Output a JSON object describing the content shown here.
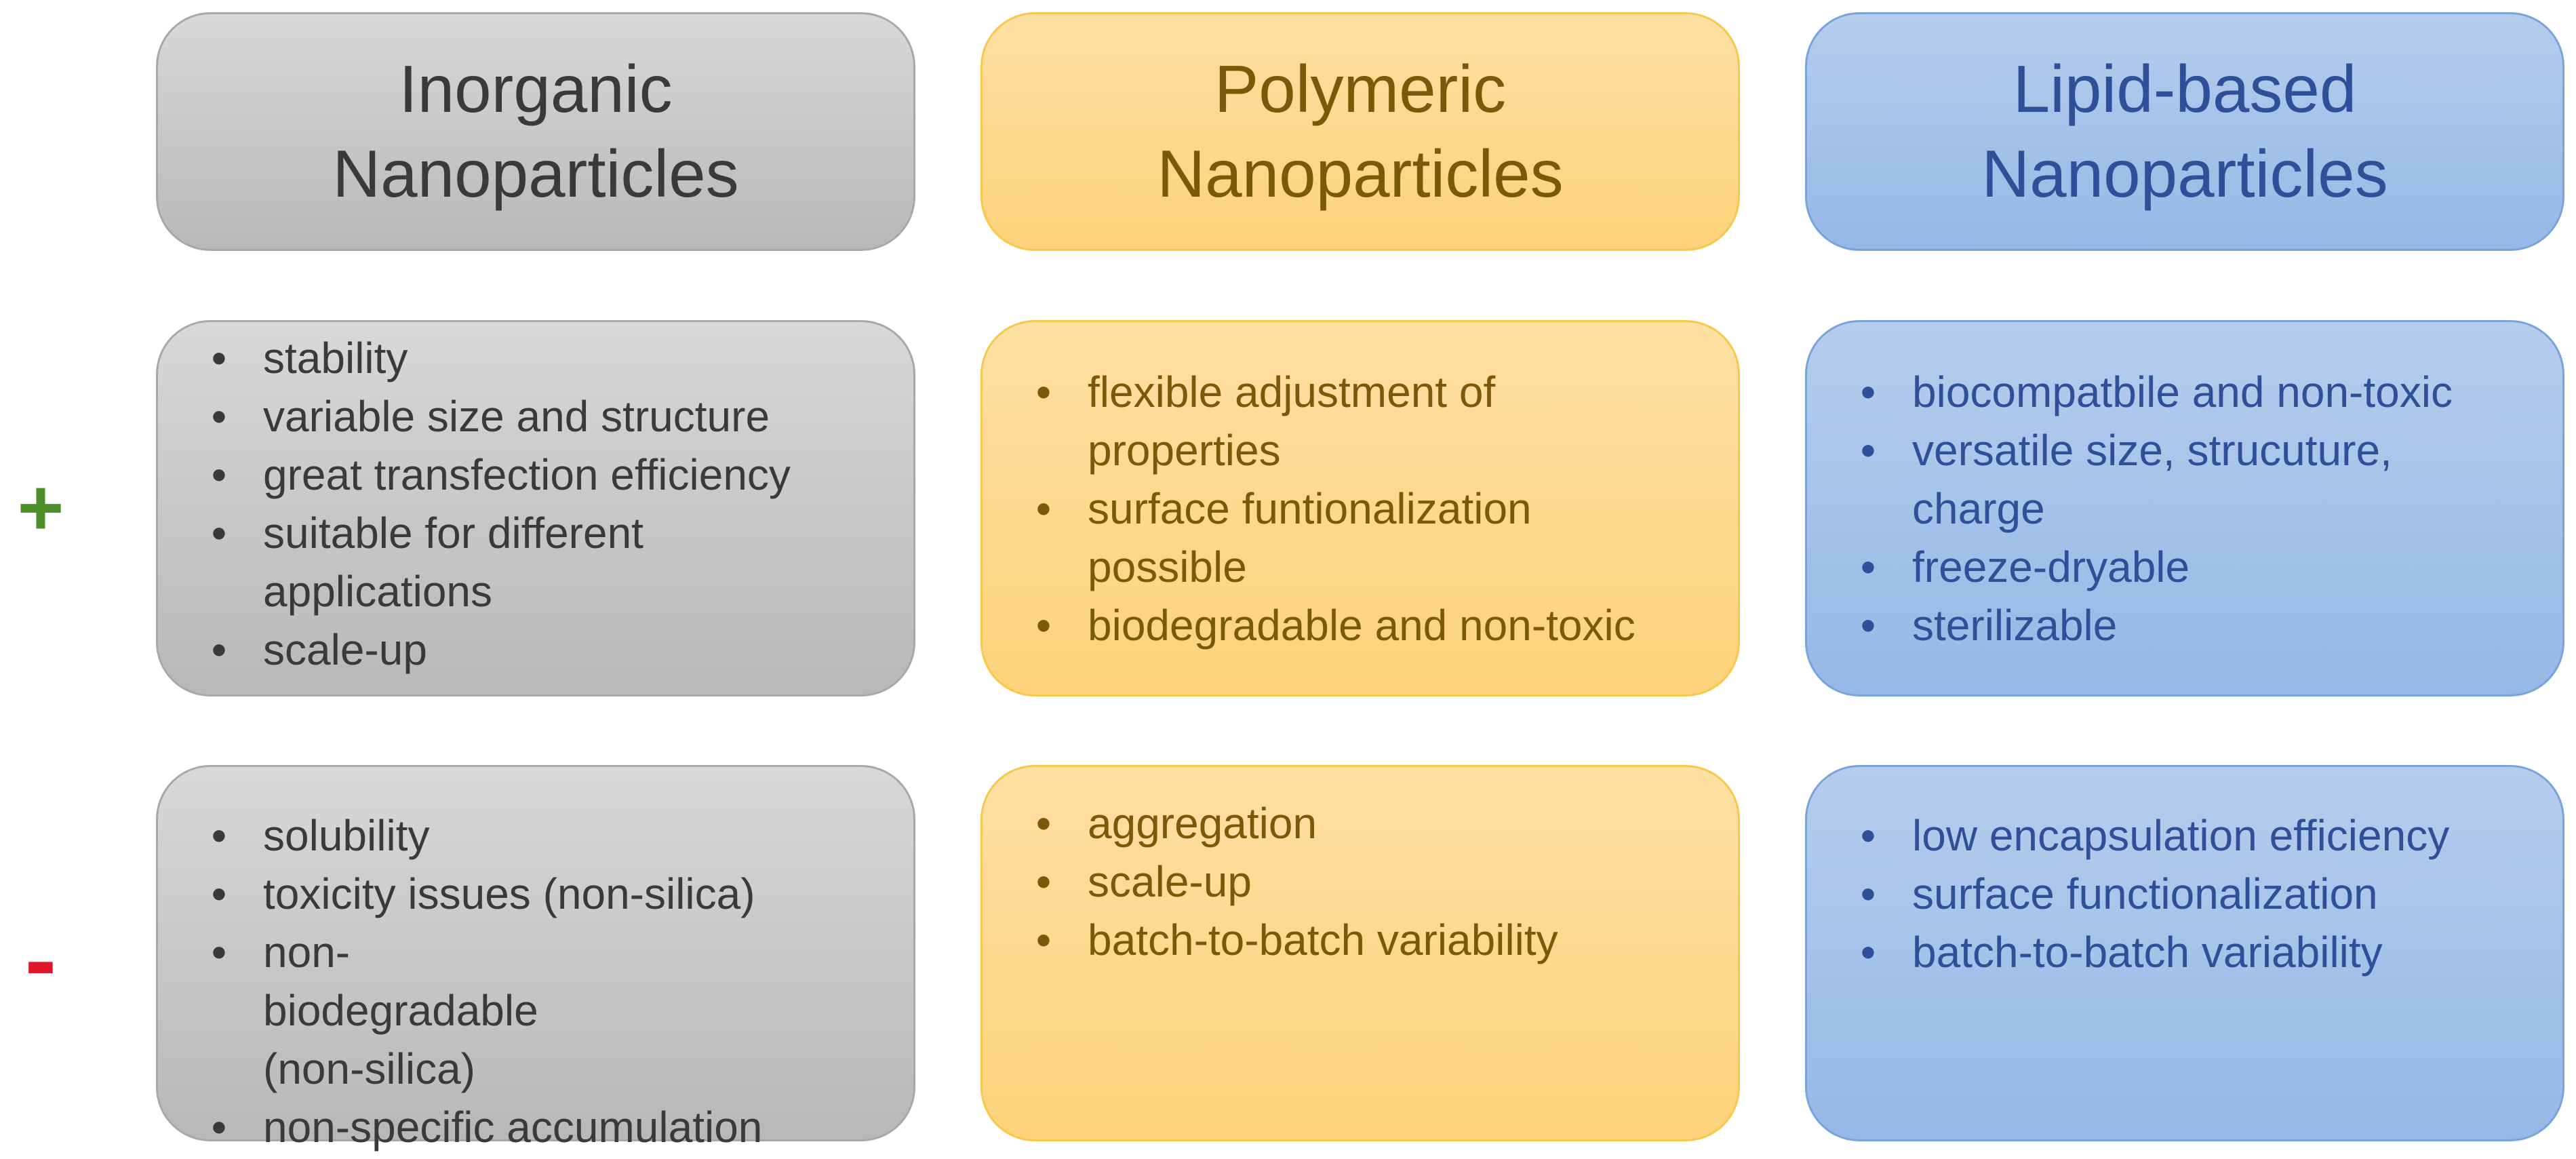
{
  "signs": {
    "plus": "+",
    "minus": "-"
  },
  "bullet": "•",
  "columns": [
    {
      "title_line1": "Inorganic",
      "title_line2": "Nanoparticles",
      "pros": [
        "stability",
        "variable size and structure",
        "great transfection efficiency",
        "suitable for different applications",
        "scale-up"
      ],
      "cons": [
        "solubility",
        "toxicity issues (non-silica)",
        "non-biodegradable (non-silica)",
        "non-specific accumulation"
      ]
    },
    {
      "title_line1": "Polymeric",
      "title_line2": "Nanoparticles",
      "pros": [
        "flexible adjustment of properties",
        "surface funtionalization possible",
        "biodegradable and non-toxic"
      ],
      "cons": [
        "aggregation",
        "scale-up",
        "batch-to-batch variability"
      ]
    },
    {
      "title_line1": "Lipid-based",
      "title_line2": "Nanoparticles",
      "pros": [
        "biocompatbile and non-toxic",
        "versatile size, strucuture, charge",
        "freeze-dryable",
        "sterilizable"
      ],
      "cons": [
        "low encapsulation efficiency",
        "surface functionalization",
        "batch-to-batch variability"
      ]
    }
  ],
  "colors": {
    "plus": "#4e8f2b",
    "minus": "#e0162b",
    "gray_text": "#3a3a3a",
    "orange_text": "#7a5a08",
    "blue_text": "#2f4f98"
  }
}
